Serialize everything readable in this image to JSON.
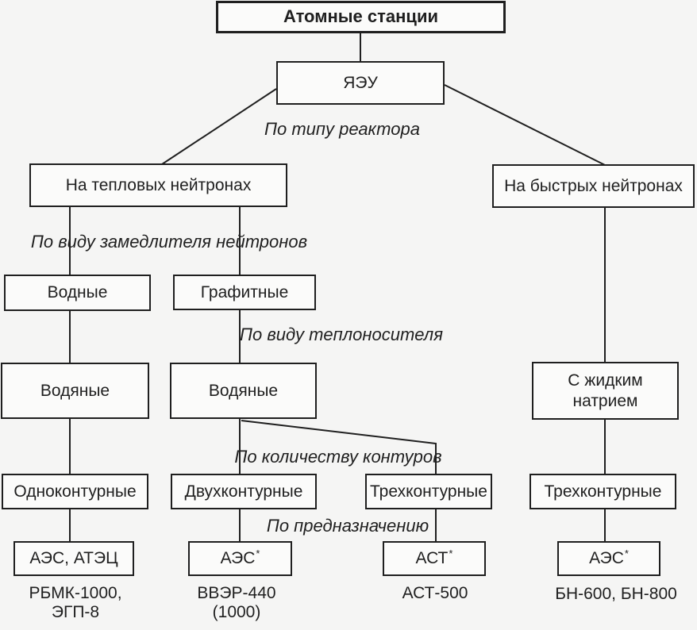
{
  "colors": {
    "bg": "#f5f5f4",
    "box": "#fbfbfa",
    "line": "#1f1f1f",
    "ink": "#1f1f1f"
  },
  "nodes": {
    "root": {
      "label": "Атомные станции"
    },
    "yaeu": {
      "label": "ЯЭУ"
    },
    "thermal": {
      "label": "На тепловых нейтронах"
    },
    "fast": {
      "label": "На быстрых нейтронах"
    },
    "water_moderator": {
      "label": "Водные"
    },
    "graphite_moderator": {
      "label": "Графитные"
    },
    "water_coolant_left": {
      "label": "Водяные"
    },
    "water_coolant_mid": {
      "label": "Водяные"
    },
    "sodium_coolant": {
      "line1": "С жидким",
      "line2": "натрием"
    },
    "single_loop": {
      "label": "Одноконтурные"
    },
    "double_loop": {
      "label": "Двухконтурные"
    },
    "triple_loop_mid": {
      "label": "Трехконтурные"
    },
    "triple_loop_right": {
      "label": "Трехконтурные"
    },
    "aes_atec": {
      "label": "АЭС, АТЭЦ"
    },
    "aes_star_1": {
      "label": "АЭС",
      "sup": "*"
    },
    "ast_star": {
      "label": "АСТ",
      "sup": "*"
    },
    "aes_star_2": {
      "label": "АЭС",
      "sup": "*"
    }
  },
  "classifiers": {
    "reactor_type": "По типу реактора",
    "moderator": "По виду замедлителя нейтронов",
    "coolant": "По виду теплоносителя",
    "loops": "По количеству контуров",
    "purpose": "По предназначению"
  },
  "captions": {
    "rbmk": {
      "line1": "РБМК-1000,",
      "line2": "ЭГП-8"
    },
    "vver": {
      "line1": "ВВЭР-440",
      "line2": "(1000)"
    },
    "ast500": {
      "line1": "АСТ-500",
      "line2": ""
    },
    "bn": {
      "line1": "БН-600, БН-800",
      "line2": ""
    }
  }
}
